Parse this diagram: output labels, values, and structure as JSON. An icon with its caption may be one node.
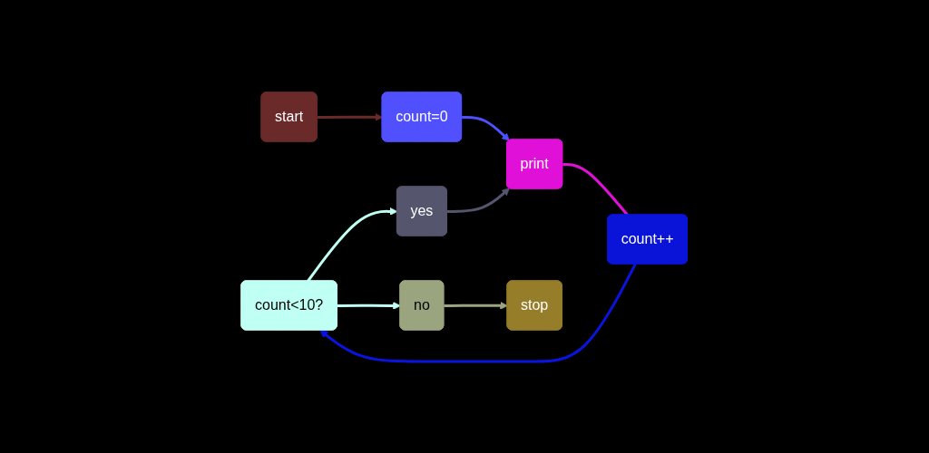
{
  "diagram": {
    "nodes": [
      {
        "text": [
          "count<10?"
        ]
      },
      {
        "text": [
          "print"
        ]
      },
      {
        "text": [
          "count++"
        ]
      },
      {
        "text": [
          "no"
        ]
      },
      {
        "text": [
          "stop"
        ]
      },
      {
        "text": [
          "start"
        ]
      },
      {
        "text": [
          "yes"
        ]
      },
      {
        "text": [
          "count=0"
        ]
      }
    ],
    "edges": [
      {
        "from": 5,
        "to": 7,
        "arrow": "to",
        "color": "#6b2a2a"
      },
      {
        "from": 7,
        "to": 1,
        "arrow": "to",
        "color": "#5050ff"
      },
      {
        "from": 1,
        "to": 2,
        "arrow": "none",
        "color": "#e010d8"
      },
      {
        "from": 2,
        "to": 0,
        "arrow": "to",
        "color": "#0a14e0"
      },
      {
        "from": 0,
        "to": 3,
        "arrow": "to",
        "color": "#bffff4"
      },
      {
        "from": 0,
        "to": 6,
        "arrow": "to",
        "color": "#bffff4"
      },
      {
        "from": 3,
        "to": 4,
        "arrow": "to",
        "color": "#9aa57f"
      },
      {
        "from": 6,
        "to": 1,
        "arrow": "to",
        "color": "#55556e"
      }
    ]
  }
}
